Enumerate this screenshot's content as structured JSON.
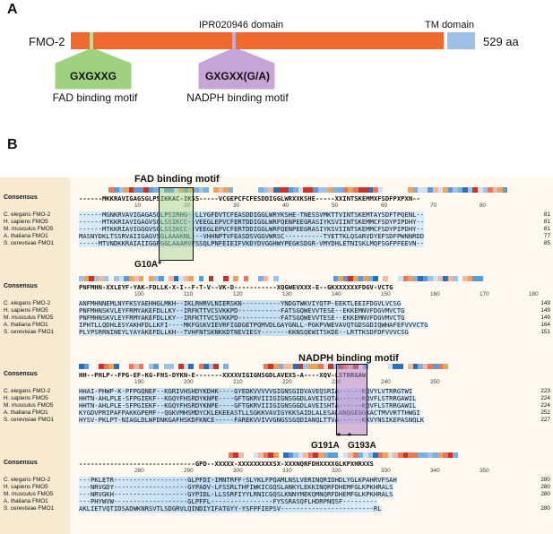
{
  "panel_a": {
    "label": "A",
    "protein_name": "FMO-2",
    "length_label": "529 aa",
    "domain_label": "IPR020946 domain",
    "tm_label": "TM domain",
    "motif1": {
      "box_text": "GXGXXG",
      "caption": "FAD binding motif",
      "color": "#9fd180"
    },
    "motif2": {
      "box_text": "GXGXX(G/A)",
      "caption": "NADPH binding motif",
      "color": "#c6a6d6"
    },
    "colors": {
      "domain": "#ef6a2c",
      "tm": "#9fc0e6"
    }
  },
  "panel_b": {
    "label": "B",
    "fad_title": "FAD binding motif",
    "nadph_title": "NADPH binding motif",
    "mutation1": "G10A*",
    "mutation2": "G191A",
    "mutation3": "G193A",
    "star": "*",
    "consensus_label": "Consensus",
    "species": [
      "C. elegans FMO-2",
      "H. sapiens FMO5",
      "M. musculus FMO5",
      "A. thaliana FMO1",
      "S. cerevisiae FMO1"
    ],
    "blocks": [
      {
        "consensus": "------MKKRAVIGAGSGLPSIKKAC-IKSS-----VCGEPCFCFESDDIGGLWRXXKSHE-----XXINTSKEMMXFSDFPXPXN--",
        "ruler": [
          "10",
          "20",
          "30",
          "40",
          "50",
          "60",
          "70",
          "80"
        ],
        "rows": [
          "------MGNKRVAVIGAGASGLPSIRHG--LLYGFDVTCFEASDDIGGLWRYKSHE-TNESSVMKTTVINTSKEMTAYSDFTPQENL--",
          "------MTKKRIAVIGAGVSGLSSIKCC--VEEGLEPVCFERTDDIGGLWRFQENPEEGRASIYKSVIINTSKEMMCFSDYPIPDHY--",
          "------MTKKRIAVIGGGVSGLSSIKCC--VEEGLEPVCFERTDDIGGLWRFQENPEEGRASIYKSVIINTSKEMMCFSDYPIPDHY--",
          "MASNYDKLTSSRVAIIGAGVSGLAAAKNL---VHHNPTVFEASDSVGGVWRSC----------TYETTKLQSARVDYEFSDFPWNNRDD",
          "-----MTVNDKKRAIAIIGGPGGLAAARVFSSQLPNFEIEIFVKDYDVGGHWYPEGKSDGR-VMYDHLETNISKLMQFSGFPFEEVN--"
        ],
        "end_nums": [
          "81",
          "81",
          "81",
          "77",
          "85"
        ]
      },
      {
        "consensus": "PNFMHN-XXLEYF-YAK-FDLLK-X-I--F-T-V--VK-D-----------XQGWEVXXX-E--GKXXXXXXFDGV-VCTG",
        "ruler": [
          "100",
          "110",
          "120",
          "130",
          "140",
          "150",
          "160",
          "170",
          "180"
        ],
        "rows": [
          "ANFMHNNEMLNYFKSYAEHHGLMKH--IKLRHRVLNIERSKN----------YNDGTWKVIYQTP-EEKTLEEIFDGVLVCSG",
          "PNFMHNSKVLEYFRMYAKEFDLLKY--IRFKTTVCSVKKPD-----------FATSGQWEVVTESE--EKKEMNVFDGVMVCTG",
          "PNFMHNSKVLEYFRMYAKEFDLLKY--IRFKTTVCSVKKPD-----------FATSGQWEVVTESE--EKKEMNVFDGVMVCTG",
          "IPHTLLQDHLESYAKHFDLLKFI----MKFGSKVIEVRFIGDGETPQMVDLGAYGNLL-PGKPVWEVAVQTGDSGDIQWHAFEFVVVCTG",
          "PLYPSRRNINEYLYAYAKEFDLLKH--TVHFNTSKNKKDTNEVIESY-------KKNSQEWITSKDE--LRTTKSDFDFVVVCSG"
        ],
        "end_nums": [
          "149",
          "149",
          "149",
          "164",
          "151"
        ]
      },
      {
        "consensus": "HH--PHLP--FPG-EF-KG-FHS-DYKN-E-------XXXXVIGIGNSGDLAVEXS-A----XQV-LSTRRGAW",
        "ruler": [
          "190",
          "200",
          "210",
          "220",
          "230",
          "240",
          "250"
        ],
        "rows": [
          "HHAI-PHWP-K-PFPGQNEF--KGRIVHSHDYKDHK----GYEDKVVVVVGIGNSGIDVAVEQSRIA------KQVYLVTRRGTWI",
          "HHTN-AHLPLE-SFPGIEKF--KGQYFHSRDYKNPE----GFTGKRVIIIGIGNSGGDLAVEISQTA------KQVFLSTRRGAWIL",
          "HHTN-AHLPLE-SFPGIEKF--KGQYFHSRDYKNPE----GFTGKRVIIIGIGNSGGDLAVEISHTA------KQVFLSTRRGAWIL",
          "KYGDVPRIPAFPAKKGPEMF--QGKVMHSMDYCKLEKEEASTLLSGKKVAVIGYKKSAIDLALESALANQGEGGKACTMVVRTTHWGI",
          "HYSV-PKLPT-NIAGLDLWFDNKGAFHSKDFKNCE-----FAREKVVIVVGNGSSGQDIANQLTTVA------KKVYNSIKEPASNQLK"
        ],
        "end_nums": [
          "223",
          "224",
          "224",
          "252",
          "227"
        ]
      },
      {
        "consensus": "------------------------------GPD--XXXXX-XXXXXXXXXSX-XXXNQRFDHXXXXGLKPXHRXXS",
        "ruler": [
          "280",
          "290",
          "300",
          "310",
          "320",
          "330",
          "340",
          "350"
        ],
        "rows": [
          "---PKLETR-------------------GLPFDI-IMNTRFF-SLYKLFPQAMLNSLVERINQRIDHDLYGLKPAHRVFSAH",
          "---NRVGDY-------------------GYPADV-LFSSRLTHFIWKICGQSLANKYLEKKINQRFDHEMFGLKPKHRALS",
          "---NRVGKH-------------------GYPIDL-LLSSRFIYYLRNICGQSLKNNYMEKQMNQRFDHEMFGLKPKHRALS",
          "---PHYWVW-------------------GLPFFL----------------FYSSRASQFLHDRPNQSF---------",
          "AKLIETVQTIDSADWKNRSVTLSDGRVLQINDIYIFATGYY-YSFPFIEPSV------------------------RL"
        ],
        "end_nums": [
          "280",
          "280",
          "280",
          "",
          "280"
        ]
      }
    ]
  }
}
